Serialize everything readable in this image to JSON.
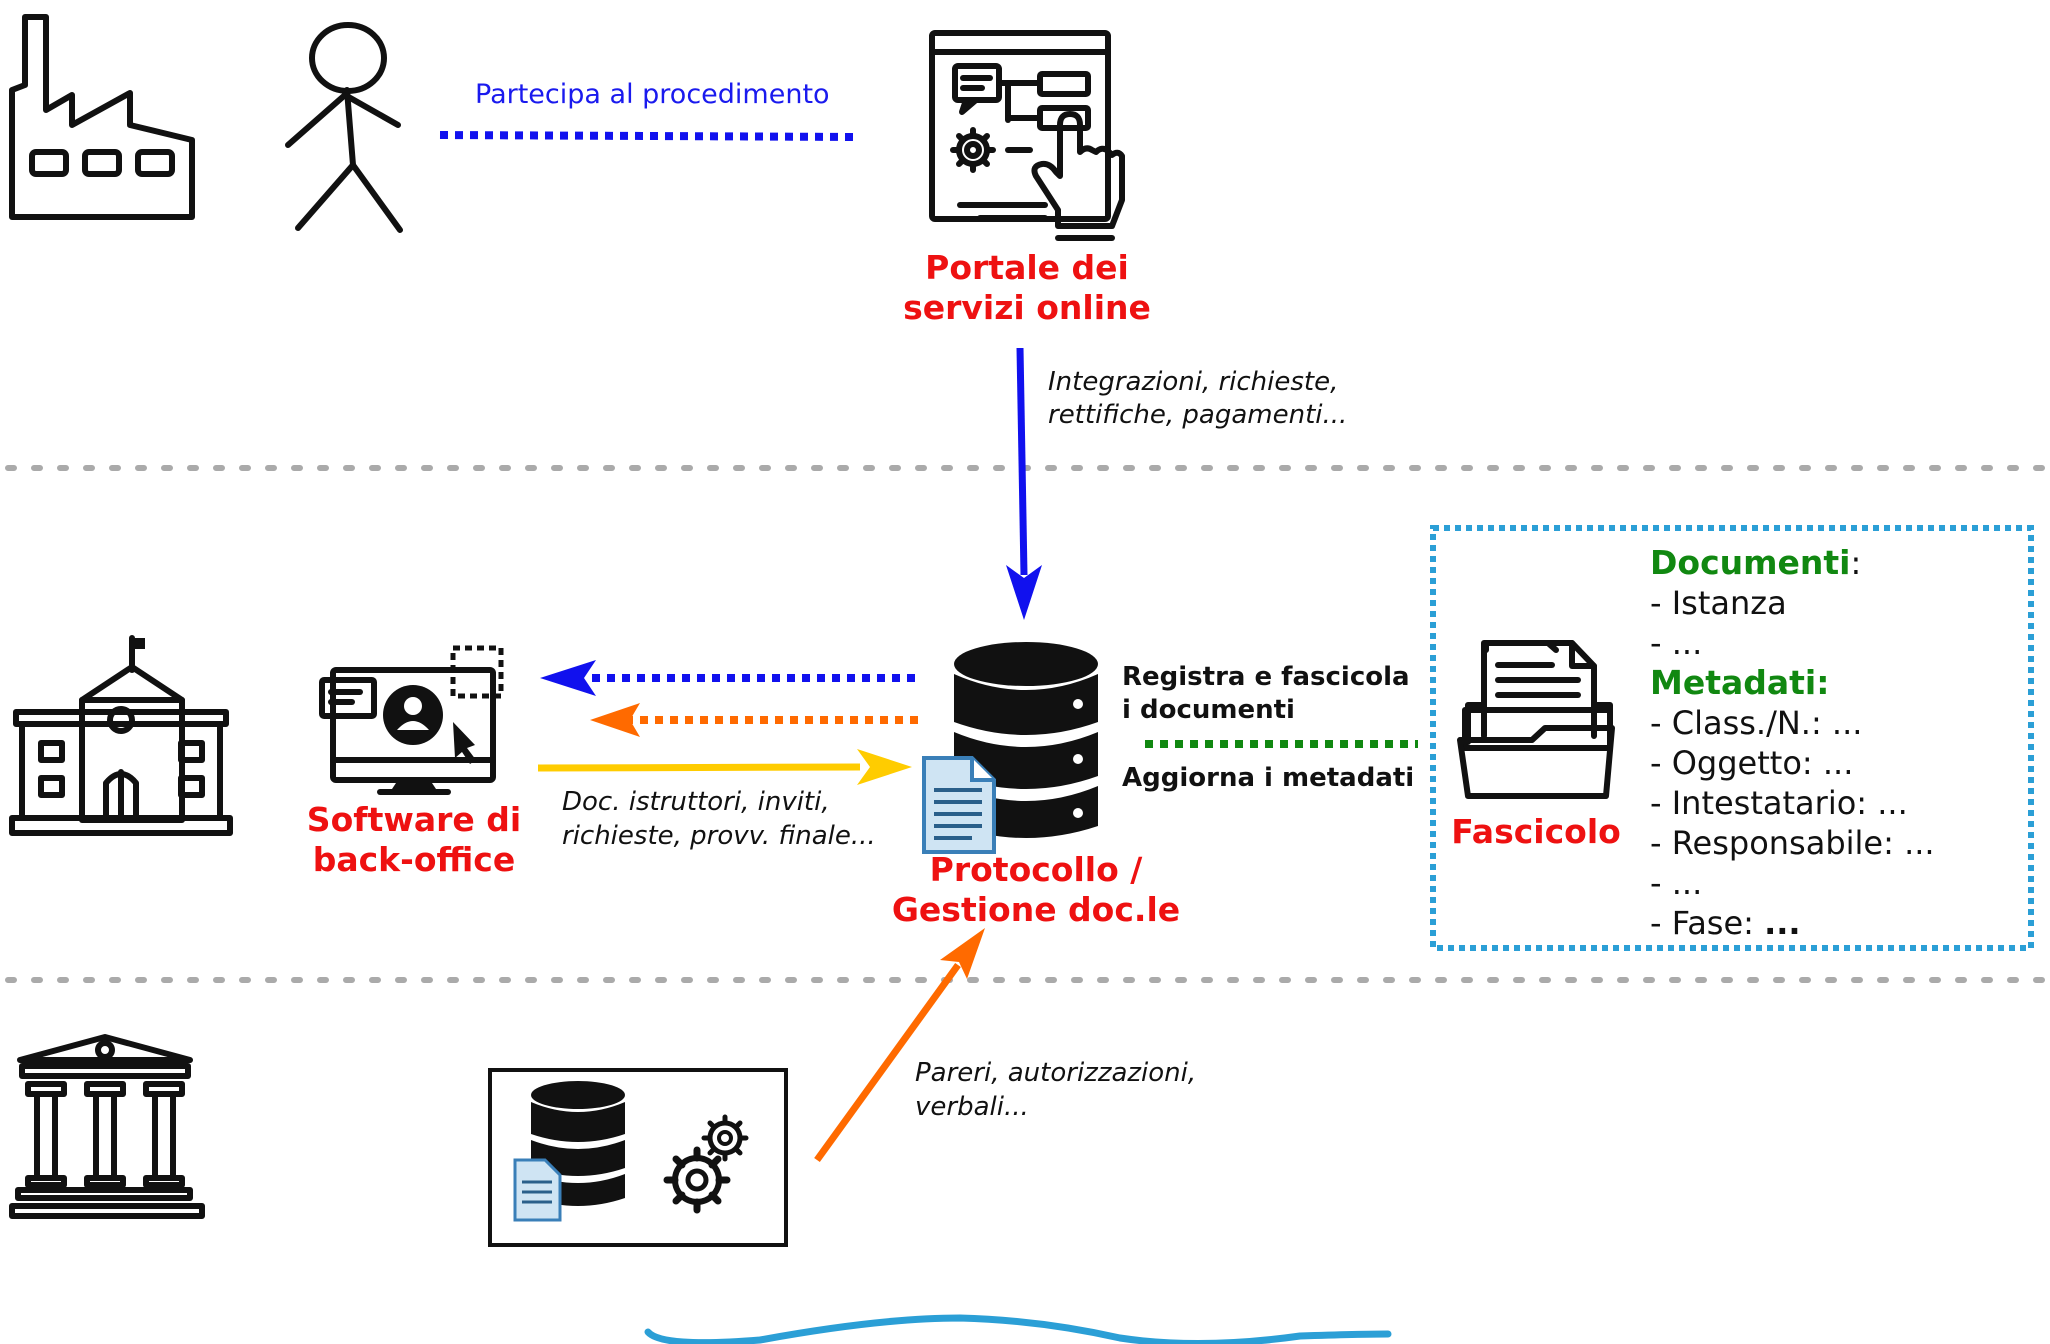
{
  "labels": {
    "participates": "Partecipa al procedimento",
    "portal_line1": "Portale dei",
    "portal_line2": "servizi online",
    "portal_flow_line1": "Integrazioni, richieste,",
    "portal_flow_line2": "rettifiche, pagamenti...",
    "backoffice_line1": "Software di",
    "backoffice_line2": "back-office",
    "backoffice_flow_line1": "Doc. istruttori, inviti,",
    "backoffice_flow_line2": "richieste, provv. finale...",
    "protocol_line1": "Protocollo /",
    "protocol_line2": "Gestione doc.le",
    "register_line1": "Registra e fascicola",
    "register_line2": "i documenti",
    "update_metadata": "Aggiorna i metadati",
    "folder": "Fascicolo",
    "external_flow_line1": "Pareri, autorizzazioni,",
    "external_flow_line2": "verbali..."
  },
  "fascicolo": {
    "documents_heading": "Documenti",
    "documents_colon": ":",
    "documents": [
      "- Istanza",
      "- ..."
    ],
    "metadata_heading": "Metadati:",
    "metadata": [
      "- Class./N.: ...",
      "- Oggetto: ...",
      "- Intestatario: ...",
      "- Responsabile: ...",
      "- ..."
    ],
    "phase_label": "- Fase: ",
    "phase_value": "..."
  },
  "colors": {
    "portal_flow": "#1111ee",
    "backoffice_flow": "#ffcc00",
    "external_flow": "#ff6a00",
    "metadata_link": "#118811",
    "fascicolo_border": "#2b9fd6",
    "labels_red": "#ee1111",
    "separator": "#aaaaaa",
    "wave": "#2b9fd6"
  },
  "icons": [
    "factory-icon",
    "person-icon",
    "portal-icon",
    "town-hall-icon",
    "backoffice-computer-icon",
    "database-icon",
    "document-icon",
    "folder-icon",
    "courthouse-icon",
    "external-system-icon",
    "gears-icon"
  ]
}
